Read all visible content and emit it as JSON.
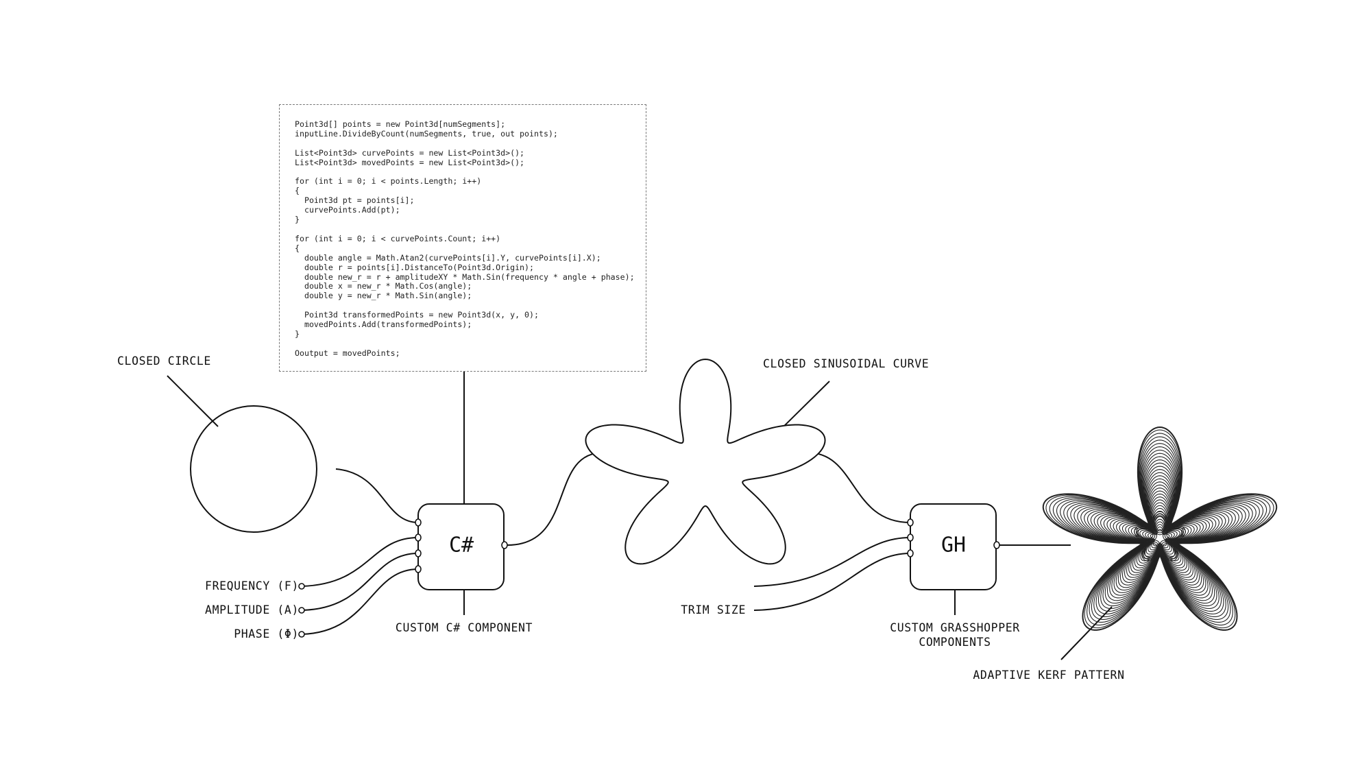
{
  "code": {
    "lines": [
      "Point3d[] points = new Point3d[numSegments];",
      "inputLine.DivideByCount(numSegments, true, out points);",
      "",
      "List<Point3d> curvePoints = new List<Point3d>();",
      "List<Point3d> movedPoints = new List<Point3d>();",
      "",
      "for (int i = 0; i < points.Length; i++)",
      "{",
      "  Point3d pt = points[i];",
      "  curvePoints.Add(pt);",
      "}",
      "",
      "for (int i = 0; i < curvePoints.Count; i++)",
      "{",
      "  double angle = Math.Atan2(curvePoints[i].Y, curvePoints[i].X);",
      "  double r = points[i].DistanceTo(Point3d.Origin);",
      "  double new_r = r + amplitudeXY * Math.Sin(frequency * angle + phase);",
      "  double x = new_r * Math.Cos(angle);",
      "  double y = new_r * Math.Sin(angle);",
      "",
      "  Point3d transformedPoints = new Point3d(x, y, 0);",
      "  movedPoints.Add(transformedPoints);",
      "}",
      "",
      "Ooutput = movedPoints;"
    ]
  },
  "labels": {
    "closed_circle": "CLOSED CIRCLE",
    "frequency": "FREQUENCY (F)",
    "amplitude": "AMPLITUDE (A)",
    "phase": "PHASE (Φ)",
    "custom_csharp": "CUSTOM C# COMPONENT",
    "closed_sinusoidal": "CLOSED SINUSOIDAL CURVE",
    "trim_size": "TRIM SIZE",
    "custom_gh_line1": "CUSTOM GRASSHOPPER",
    "custom_gh_line2": "COMPONENTS",
    "adaptive_kerf": "ADAPTIVE KERF PATTERN"
  },
  "nodes": {
    "csharp": "C#",
    "gh": "GH"
  }
}
